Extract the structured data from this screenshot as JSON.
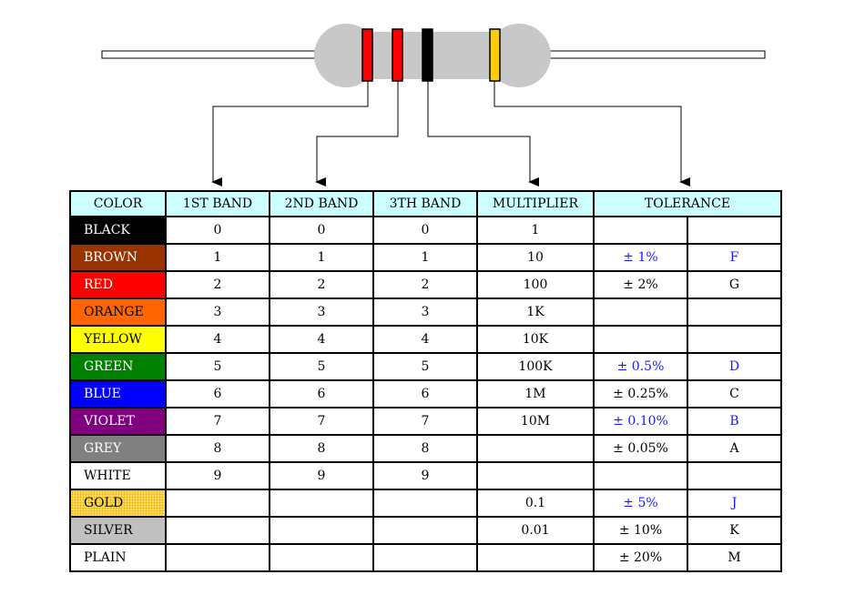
{
  "table": {
    "headers": {
      "color": "COLOR",
      "band1": "1ST BAND",
      "band2": "2ND BAND",
      "band3": "3TH BAND",
      "multiplier": "MULTIPLIER",
      "tolerance": "TOLERANCE"
    },
    "rows": [
      {
        "color": "BLACK",
        "band1": "0",
        "band2": "0",
        "band3": "0",
        "multiplier": "1",
        "tol": "",
        "code": "",
        "swatch": "#000000"
      },
      {
        "color": "BROWN",
        "band1": "1",
        "band2": "1",
        "band3": "1",
        "multiplier": "10",
        "tol": "± 1%",
        "code": "F",
        "swatch": "#993300"
      },
      {
        "color": "RED",
        "band1": "2",
        "band2": "2",
        "band3": "2",
        "multiplier": "100",
        "tol": "± 2%",
        "code": "G",
        "swatch": "#ff0000"
      },
      {
        "color": "ORANGE",
        "band1": "3",
        "band2": "3",
        "band3": "3",
        "multiplier": "1K",
        "tol": "",
        "code": "",
        "swatch": "#ff6600"
      },
      {
        "color": "YELLOW",
        "band1": "4",
        "band2": "4",
        "band3": "4",
        "multiplier": "10K",
        "tol": "",
        "code": "",
        "swatch": "#ffff00"
      },
      {
        "color": "GREEN",
        "band1": "5",
        "band2": "5",
        "band3": "5",
        "multiplier": "100K",
        "tol": "± 0.5%",
        "code": "D",
        "swatch": "#008000"
      },
      {
        "color": "BLUE",
        "band1": "6",
        "band2": "6",
        "band3": "6",
        "multiplier": "1M",
        "tol": "± 0.25%",
        "code": "C",
        "swatch": "#0000ff"
      },
      {
        "color": "VIOLET",
        "band1": "7",
        "band2": "7",
        "band3": "7",
        "multiplier": "10M",
        "tol": "± 0.10%",
        "code": "B",
        "swatch": "#800080"
      },
      {
        "color": "GREY",
        "band1": "8",
        "band2": "8",
        "band3": "8",
        "multiplier": "",
        "tol": "± 0.05%",
        "code": "A",
        "swatch": "#808080"
      },
      {
        "color": "WHITE",
        "band1": "9",
        "band2": "9",
        "band3": "9",
        "multiplier": "",
        "tol": "",
        "code": "",
        "swatch": "#ffffff"
      },
      {
        "color": "GOLD",
        "band1": "",
        "band2": "",
        "band3": "",
        "multiplier": "0.1",
        "tol": "± 5%",
        "code": "J",
        "swatch": "#ffd966"
      },
      {
        "color": "SILVER",
        "band1": "",
        "band2": "",
        "band3": "",
        "multiplier": "0.01",
        "tol": "± 10%",
        "code": "K",
        "swatch": "#c0c0c0"
      },
      {
        "color": "PLAIN",
        "band1": "",
        "band2": "",
        "band3": "",
        "multiplier": "",
        "tol": "± 20%",
        "code": "M",
        "swatch": "#ffffff"
      }
    ]
  },
  "resistor": {
    "body_color": "#c8c8c8",
    "band_colors": [
      "#ff0000",
      "#ff0000",
      "#000000",
      "#ffcc00"
    ]
  },
  "colors": {
    "header_bg": "#ccffff",
    "highlight_text": "#1a1aff"
  }
}
